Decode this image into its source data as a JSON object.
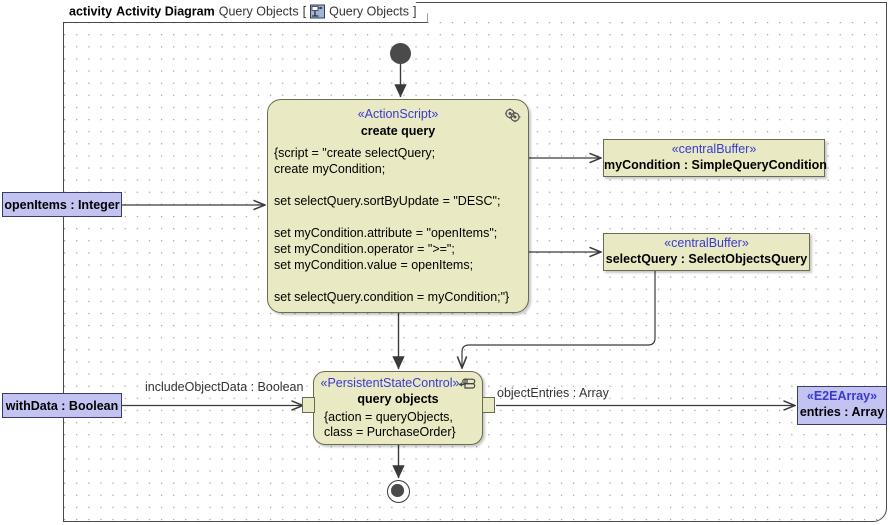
{
  "frame": {
    "kind_label": "activity",
    "diagram_label": "Activity Diagram",
    "diagram_name": "Query Objects",
    "bracket_open": "[",
    "bracket_close": "]",
    "tab_icon": "activity-diagram-icon",
    "content_name": "Query Objects"
  },
  "colors": {
    "node_fill": "#e9e9c3",
    "node_border": "#6b6b52",
    "param_fill": "#c3c3f2",
    "param_border": "#3a3a6b",
    "stereotype_text": "#3a3ad0",
    "edge_line": "#3a3a3a",
    "canvas_background": "#ffffff",
    "grid_dot": "#9a9aa8"
  },
  "nodes": {
    "initial": {
      "name": "initial-node"
    },
    "final": {
      "name": "activity-final-node"
    },
    "create_query": {
      "stereotype": "«ActionScript»",
      "name": "create query",
      "icon": "script-gears-icon",
      "body": "{script = \"create selectQuery;\ncreate myCondition;\n\nset selectQuery.sortByUpdate = \"DESC\";\n\nset myCondition.attribute = \"openItems\";\nset myCondition.operator = \">=\";\nset myCondition.value = openItems;\n\nset selectQuery.condition = myCondition;\"}"
    },
    "query_objects": {
      "stereotype": "«PersistentStateControl»",
      "name": "query objects",
      "icon": "persistent-store-icon",
      "body": "{action = queryObjects,\nclass = PurchaseOrder}"
    }
  },
  "buffers": [
    {
      "stereotype": "«centralBuffer»",
      "name": "myCondition : SimpleQueryCondition"
    },
    {
      "stereotype": "«centralBuffer»",
      "name": "selectQuery : SelectObjectsQuery"
    }
  ],
  "parameters": [
    {
      "name": "openItems : Integer"
    },
    {
      "name": "withData : Boolean"
    }
  ],
  "output_object": {
    "stereotype": "«E2EArray»",
    "name": "entries : Array"
  },
  "edge_labels": {
    "include_object_data": "includeObjectData : Boolean",
    "object_entries": "objectEntries : Array"
  }
}
